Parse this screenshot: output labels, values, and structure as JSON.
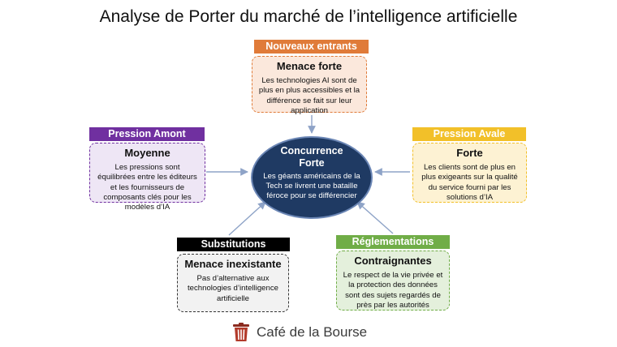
{
  "title": "Analyse de Porter du marché de l’intelligence artificielle",
  "forces": {
    "nouveaux_entrants": {
      "header": "Nouveaux entrants",
      "level": "Menace forte",
      "description": "Les technologies AI sont de plus en plus accessibles et la différence se fait sur leur application",
      "color": "#e07b39"
    },
    "pression_amont": {
      "header": "Pression Amont",
      "level": "Moyenne",
      "description": "Les pressions sont équilibrées entre les éditeurs et les fournisseurs de composants clés pour les modèles d’IA",
      "color": "#7030a0"
    },
    "pression_avale": {
      "header": "Pression Avale",
      "level": "Forte",
      "description": "Les clients sont de plus en plus exigeants sur la qualité du service fourni par les solutions d’IA",
      "color": "#f2c029"
    },
    "substitutions": {
      "header": "Substitutions",
      "level": "Menace inexistante",
      "description": "Pas d’alternative aux technologies d’intelligence artificielle",
      "color": "#000000"
    },
    "reglementations": {
      "header": "Réglementations",
      "level": "Contraignantes",
      "description": "Le respect de la vie privée et la protection des données sont des sujets regardés de près par les autorités",
      "color": "#70ad47"
    }
  },
  "center": {
    "title": "Concurrence Forte",
    "description": "Les géants américains de la Tech se livrent une bataille féroce pour se différencier",
    "color": "#1f3a63"
  },
  "logo": {
    "text": "Café de la Bourse",
    "icon": "trash-bin-icon"
  }
}
